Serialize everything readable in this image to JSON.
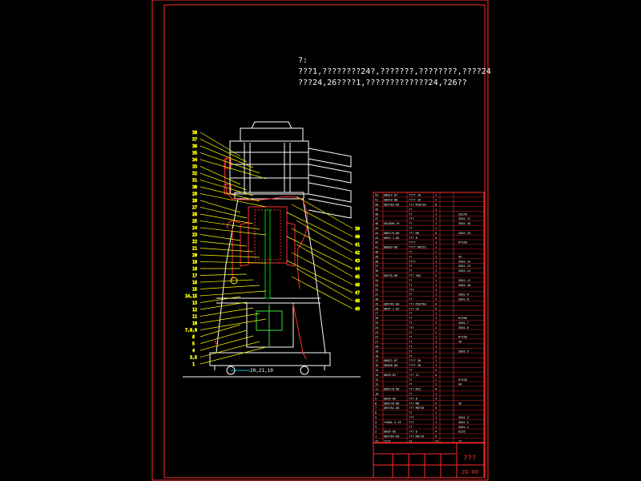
{
  "colors": {
    "frame": "#ff2a2a",
    "lines": "#ffffff",
    "callout": "#ffff00",
    "hatch": "#ff3030",
    "shaft": "#00d000",
    "motor": "#40e040",
    "dim": "#00ffff",
    "background": "#000000"
  },
  "notes": {
    "line1": "?:",
    "line2": "???1,????????24?,???????,????????,????24",
    "line3": "???24,26????1,?????????????24,?26??"
  },
  "callouts_left": [
    "38",
    "37",
    "36",
    "35",
    "34",
    "33",
    "32",
    "31",
    "30",
    "29",
    "28",
    "27",
    "26",
    "25",
    "24",
    "23",
    "22",
    "21",
    "20",
    "19",
    "18",
    "17",
    "16",
    "15",
    "14,15",
    "13",
    "12",
    "11",
    "10",
    "7,8,9",
    "6",
    "5",
    "4",
    "3,5",
    "1"
  ],
  "callouts_right": [
    "39",
    "40",
    "41",
    "42",
    "43",
    "44",
    "45",
    "46",
    "47",
    "48",
    "49"
  ],
  "dim_label": "20,21,10",
  "parts_table": {
    "rows": [
      [
        "52",
        "GB812-87",
        "???? 16",
        "1",
        ""
      ],
      [
        "51",
        "GB810-88",
        "???? 16",
        "1",
        ""
      ],
      [
        "50",
        "GB5783-86",
        "??? M10?30",
        "8",
        ""
      ],
      [
        "49",
        "",
        "??",
        "1",
        ""
      ],
      [
        "48",
        "",
        "??",
        "1",
        "ZG270"
      ],
      [
        "47",
        "",
        "???",
        "1",
        "ZG01-17"
      ],
      [
        "46",
        "GB1096-79",
        "??",
        "1",
        "ZG01-16"
      ],
      [
        "45",
        "",
        "??",
        "1",
        ""
      ],
      [
        "44",
        "GB6170-86",
        "??? M8",
        "4",
        "ZG01-15"
      ],
      [
        "43",
        "GB97.1-85",
        "??? 8",
        "4",
        ""
      ],
      [
        "42",
        "",
        "????",
        "1",
        "HT150"
      ],
      [
        "41",
        "GB893-86",
        "???? 90?55",
        "1",
        ""
      ],
      [
        "40",
        "",
        "??",
        "1",
        ""
      ],
      [
        "39",
        "",
        "??",
        "1",
        "45"
      ],
      [
        "38",
        "",
        "????",
        "1",
        "ZG01-14"
      ],
      [
        "37",
        "",
        "??",
        "1",
        "ZG01-13"
      ],
      [
        "36",
        "",
        "??",
        "1",
        "ZG01-12"
      ],
      [
        "35",
        "GB276-89",
        "??? 305",
        "2",
        ""
      ],
      [
        "34",
        "",
        "??",
        "1",
        "ZG01-11"
      ],
      [
        "33",
        "",
        "??",
        "1",
        "ZG01-10"
      ],
      [
        "32",
        "",
        "???",
        "1",
        ""
      ],
      [
        "31",
        "",
        "??",
        "1",
        "ZG01-9"
      ],
      [
        "30",
        "",
        "??",
        "1",
        "ZG01-8"
      ],
      [
        "29",
        "GB5782-86",
        "??? M16?60",
        "4",
        ""
      ],
      [
        "28",
        "GB97.1-85",
        "??? 16",
        "4",
        ""
      ],
      [
        "27",
        "",
        "??",
        "1",
        ""
      ],
      [
        "26",
        "",
        "??",
        "1",
        "HT200"
      ],
      [
        "25",
        "",
        "??",
        "1",
        "ZG01-7"
      ],
      [
        "24",
        "",
        "???",
        "1",
        "ZG01-6"
      ],
      [
        "23",
        "",
        "??",
        "1",
        ""
      ],
      [
        "22",
        "",
        "??",
        "1",
        "HT150"
      ],
      [
        "21",
        "",
        "??",
        "1",
        "45"
      ],
      [
        "20",
        "",
        "??",
        "1",
        ""
      ],
      [
        "19",
        "",
        "??",
        "1",
        "ZG01-5"
      ],
      [
        "18",
        "",
        "??",
        "1",
        ""
      ],
      [
        "17",
        "GB812-87",
        "???? 20",
        "1",
        ""
      ],
      [
        "16",
        "GB858-88",
        "???? 20",
        "1",
        ""
      ],
      [
        "15",
        "",
        "??",
        "2",
        ""
      ],
      [
        "14",
        "GB93-87",
        "??? 12",
        "4",
        ""
      ],
      [
        "13",
        "",
        "??",
        "1",
        "HT150"
      ],
      [
        "12",
        "",
        "??",
        "1",
        "20"
      ],
      [
        "11",
        "GB6170-86",
        "??? M12",
        "4",
        ""
      ],
      [
        "10",
        "",
        "??",
        "1",
        ""
      ],
      [
        "9",
        "GB95-85",
        "??? 8",
        "4",
        ""
      ],
      [
        "8",
        "GB6170-86",
        "??? M8",
        "4",
        "45"
      ],
      [
        "7",
        "GB5782-86",
        "??? M8?30",
        "4",
        ""
      ],
      [
        "6",
        "",
        "??",
        "1",
        ""
      ],
      [
        "5",
        "",
        "???",
        "1",
        "ZG01-3"
      ],
      [
        "4",
        "Y180L-4 15",
        "???",
        "1",
        "ZG01-2"
      ],
      [
        "3",
        "",
        "??",
        "1",
        "ZG01-1"
      ],
      [
        "2",
        "GB95-85",
        "??? 6",
        "4",
        "Q235"
      ],
      [
        "1",
        "GB5783-86",
        "??? M6?16",
        "4",
        ""
      ]
    ],
    "header": [
      "??",
      "????",
      "??",
      "??",
      "??"
    ]
  },
  "title_block": {
    "name": "???",
    "code": "ZG-00"
  }
}
